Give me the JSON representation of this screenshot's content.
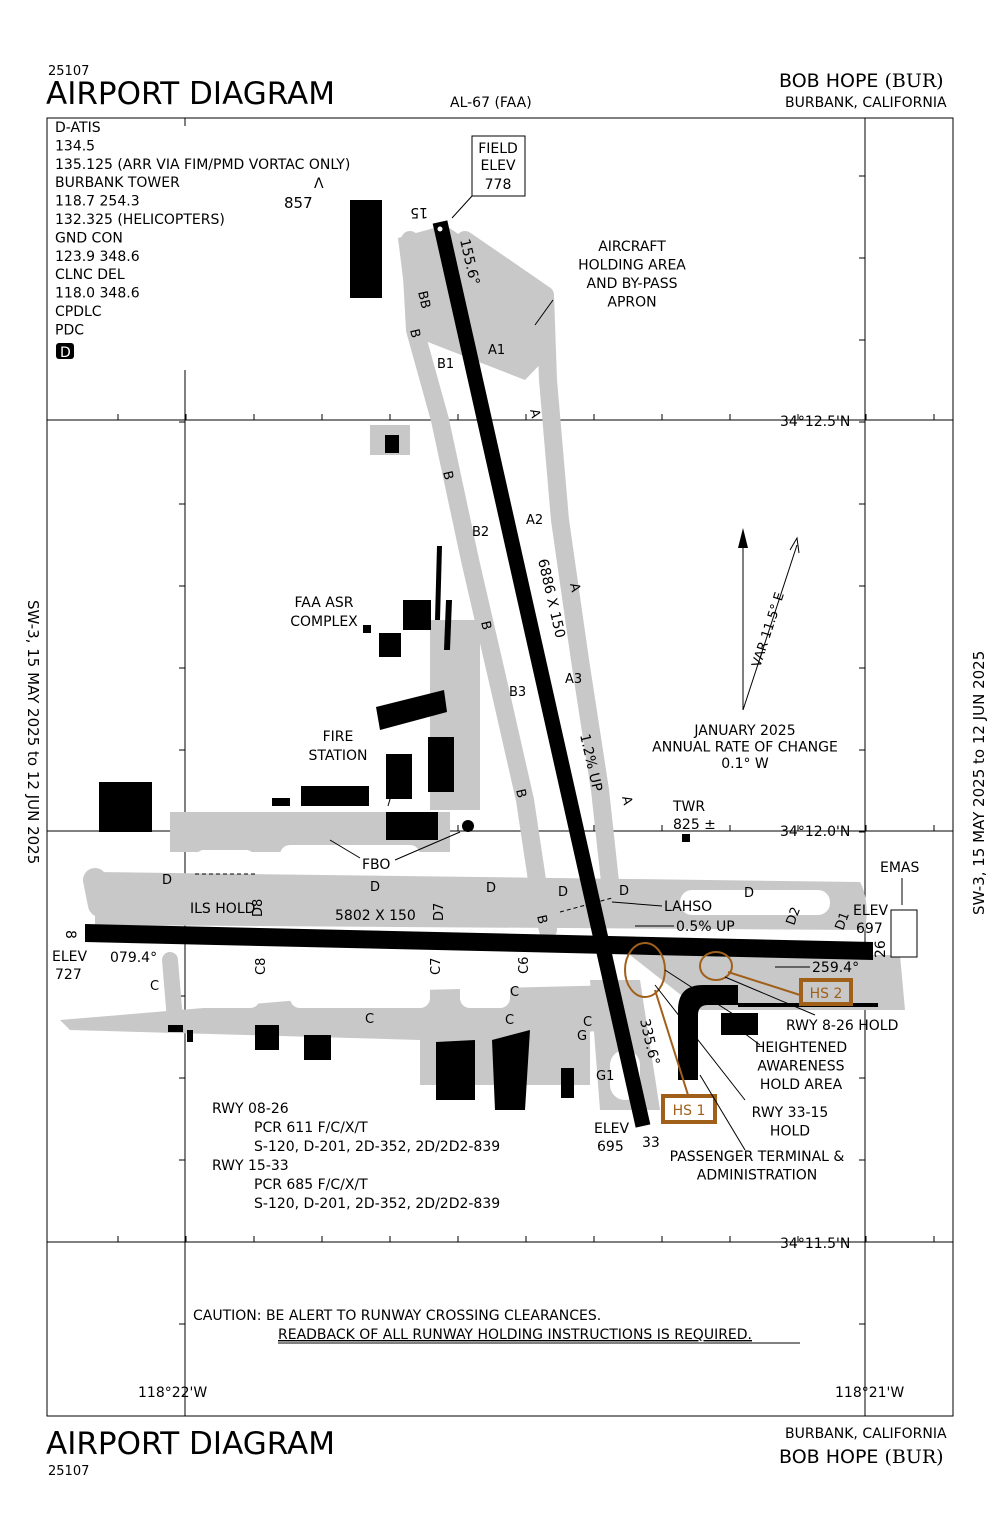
{
  "header": {
    "number_top": "25107",
    "title_top": "AIRPORT DIAGRAM",
    "chart_id": "AL-67 (FAA)",
    "airport_top": "BOB HOPE",
    "ident_top": "(BUR)",
    "city_top": "BURBANK, CALIFORNIA"
  },
  "footer": {
    "title_bottom": "AIRPORT DIAGRAM",
    "number_bottom": "25107",
    "city_bottom": "BURBANK, CALIFORNIA",
    "airport_bottom": "BOB HOPE",
    "ident_bottom": "(BUR)"
  },
  "side_left": "SW-3,  15 MAY 2025  to  12 JUN 2025",
  "side_right": "SW-3,  15 MAY 2025  to  12 JUN 2025",
  "comms": [
    "D-ATIS",
    "134.5",
    "135.125 (ARR VIA FIM/PMD VORTAC ONLY)",
    "BURBANK TOWER",
    "118.7  254.3",
    "132.325 (HELICOPTERS)",
    "GND CON",
    "123.9  348.6",
    "CLNC DEL",
    "118.0  348.6",
    "CPDLC",
    "PDC"
  ],
  "datalink_badge": "D",
  "obstacle_elev": "857",
  "field_elev": {
    "label1": "FIELD",
    "label2": "ELEV",
    "value": "778"
  },
  "lat_labels": [
    "34°12.5'N",
    "34°12.0'N",
    "34°11.5'N"
  ],
  "lon_labels": [
    "118°22'W",
    "118°21'W"
  ],
  "runways": {
    "r15": "15",
    "r33": "33",
    "r8": "8",
    "r26": "26",
    "r15_33_dims": "6886 X 150",
    "r8_26_dims": "5802 X 150",
    "hdg_155": "155.6°",
    "hdg_335": "335.6°",
    "hdg_079": "079.4°",
    "hdg_259": "259.4°",
    "slope_15_33": "1.2% UP",
    "slope_8_26": "0.5% UP",
    "elev_8_label": "ELEV",
    "elev_8": "727",
    "elev_26_label": "ELEV",
    "elev_26": "697",
    "elev_33_label": "ELEV",
    "elev_33": "695"
  },
  "taxiways": [
    "BB",
    "B",
    "B1",
    "A1",
    "A",
    "B",
    "B2",
    "A2",
    "A",
    "B",
    "B3",
    "A3",
    "B",
    "A",
    "D",
    "D",
    "D",
    "D",
    "D",
    "D",
    "B",
    "D8",
    "D7",
    "D2",
    "D1",
    "C8",
    "C7",
    "C6",
    "C",
    "C",
    "C",
    "C",
    "C",
    "G",
    "G1"
  ],
  "labels": {
    "holding_area": [
      "AIRCRAFT",
      "HOLDING AREA",
      "AND BY-PASS",
      "APRON"
    ],
    "faa_asr": [
      "FAA ASR",
      "COMPLEX"
    ],
    "fire_station": [
      "FIRE",
      "STATION"
    ],
    "fbo": "FBO",
    "ils_hold": "ILS HOLD",
    "lahso": "LAHSO",
    "twr": "TWR",
    "twr_elev": "825 ±",
    "emas": "EMAS",
    "hs1": "HS 1",
    "hs2": "HS 2",
    "rwy826_hold": "RWY 8-26 HOLD",
    "heightened": [
      "HEIGHTENED",
      "AWARENESS",
      "HOLD AREA"
    ],
    "rwy3315_hold": [
      "RWY 33-15",
      "HOLD"
    ],
    "terminal": [
      "PASSENGER TERMINAL &",
      "ADMINISTRATION"
    ]
  },
  "magvar": {
    "var": "VAR 11.5° E",
    "note": [
      "JANUARY 2025",
      "ANNUAL RATE OF CHANGE",
      "0.1° W"
    ]
  },
  "pavement": [
    "RWY 08-26",
    "PCR 611 F/C/X/T",
    "S-120, D-201, 2D-352, 2D/2D2-839",
    "RWY 15-33",
    "PCR 685 F/C/X/T",
    "S-120, D-201, 2D-352, 2D/2D2-839"
  ],
  "caution": {
    "line1": "CAUTION: BE ALERT TO RUNWAY CROSSING CLEARANCES.",
    "line2": "READBACK OF ALL RUNWAY HOLDING INSTRUCTIONS IS REQUIRED."
  },
  "colors": {
    "taxiway": "#c8c8c8",
    "hotspot": "#a0601a"
  }
}
